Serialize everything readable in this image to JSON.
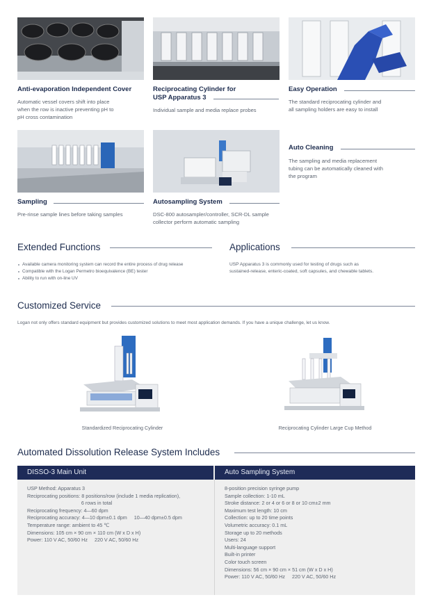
{
  "features": [
    {
      "title_lines": [
        "Anti-evaporation Independent Cover"
      ],
      "text_lines": [
        "Automatic vessel covers shift into place",
        "when the row is inactive preventing pH to",
        "pH cross contamination"
      ]
    },
    {
      "title_lines": [
        "Reciprocating Cylinder for",
        "USP Apparatus 3"
      ],
      "text_lines": [
        "Individual sample and media replace probes"
      ]
    },
    {
      "title_lines": [
        "Easy Operation"
      ],
      "text_lines": [
        "The standard reciprocating cylinder and",
        "all sampling holders are easy to install"
      ]
    },
    {
      "title_lines": [
        "Sampling"
      ],
      "text_lines": [
        "Pre-rinse sample lines before taking samples"
      ]
    },
    {
      "title_lines": [
        "Autosampling System"
      ],
      "text_lines": [
        "DSC-800 autosampler/controller, SCR-DL sample",
        "collector perform automatic sampling"
      ]
    },
    {
      "title_lines": [
        "Auto Cleaning"
      ],
      "text_lines": [
        "The sampling and media replacement",
        "tubing can be avtomatically cleaned with",
        "the program"
      ]
    }
  ],
  "extended": {
    "title": "Extended Functions",
    "bullets": [
      "Available camera monitoring system can record the entire process of drug release",
      "Compatible with the Logan Permetro bioequivalence (BE) tester",
      "Ability to run with on-line UV"
    ]
  },
  "applications": {
    "title": "Applications",
    "text_lines": [
      "USP Apparatus 3 is commonly used for testing of drugs such as",
      "sustained-release, enteric-coated, soft capsules, and chewable tablets."
    ]
  },
  "customized": {
    "title": "Customized Service",
    "text": "Logan not only offers standard equipment but provides customized solutions to meet most application demands.  If you have a unique challenge, let us know.",
    "captions": [
      "Standardized Reciprocating Cylinder",
      "Reciprocating Cylinder Large Cup Method"
    ]
  },
  "includes": {
    "title": "Automated Dissolution Release System Includes",
    "main_unit": {
      "header": "DISSO-3 Main Unit",
      "lines": [
        "USP Method: Apparatus 3",
        "Reciprocating positions: 8 positions/row (include 1 media replication),",
        "                                       6 rows in total",
        "Reciprocating frequency: 4—60 dpm",
        "Reciprocating accuracy: 4—10 dpm±0.1 dpm     10—40 dpm±0.5 dpm",
        "Temperature range: ambient to 45 ℃",
        "Dimensions: 105 cm × 90 cm × 110 cm (W x D x H)",
        "Power: 110 V AC, 50/60 Hz     220 V AC, 50/60 Hz"
      ]
    },
    "auto_sampling": {
      "header": "Auto Sampling System",
      "lines": [
        "8-position precision syringe pump",
        "Sample collection: 1-10 mL",
        "Stroke distance: 2 or 4 or 6 or 8 or 10 cm±2 mm",
        "Maximum test length: 10 cm",
        "Collection: up to 20 time points",
        "Volumetric accuracy: 0.1 mL",
        "Storage up to 20 methods",
        "Users: 24",
        "Multi-language support",
        "Built-in printer",
        "Color touch screen",
        "Dimensions: 56 cm × 90 cm × 51 cm (W x D x H)",
        "Power: 110 V AC, 50/60 Hz     220 V AC, 50/60 Hz"
      ]
    }
  }
}
